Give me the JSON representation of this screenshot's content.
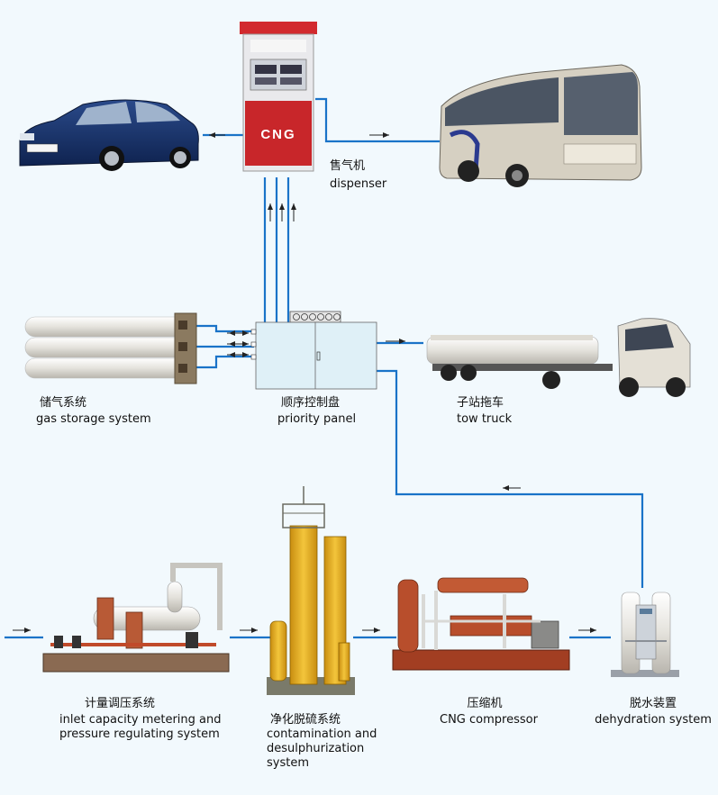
{
  "dispenser_sign": "CNG",
  "labels": {
    "dispenser": {
      "zh": "售气机",
      "en": "dispenser"
    },
    "gas_storage": {
      "zh": "储气系统",
      "en": "gas storage system"
    },
    "priority_panel": {
      "zh": "顺序控制盘",
      "en": "priority panel"
    },
    "tow_truck": {
      "zh": "子站拖车",
      "en": "tow truck"
    },
    "inlet": {
      "zh": "计量调压系统",
      "en1": "inlet capacity metering and",
      "en2": "pressure regulating system"
    },
    "purification": {
      "zh": "净化脱硫系统",
      "en1": "contamination and",
      "en2": "desulphurization",
      "en3": "system"
    },
    "compressor": {
      "zh": "压缩机",
      "en": "CNG compressor"
    },
    "dehydration": {
      "zh": "脱水装置",
      "en": "dehydration system"
    }
  },
  "colors": {
    "pipe": "#1a73c8",
    "background": "#f2f9fd",
    "panel": "#dff0f7",
    "dispenser_red": "#c8262a",
    "tank_white": "#ecebe6",
    "equipment_yellow": "#e9b321",
    "compressor_red": "#b8452a"
  }
}
